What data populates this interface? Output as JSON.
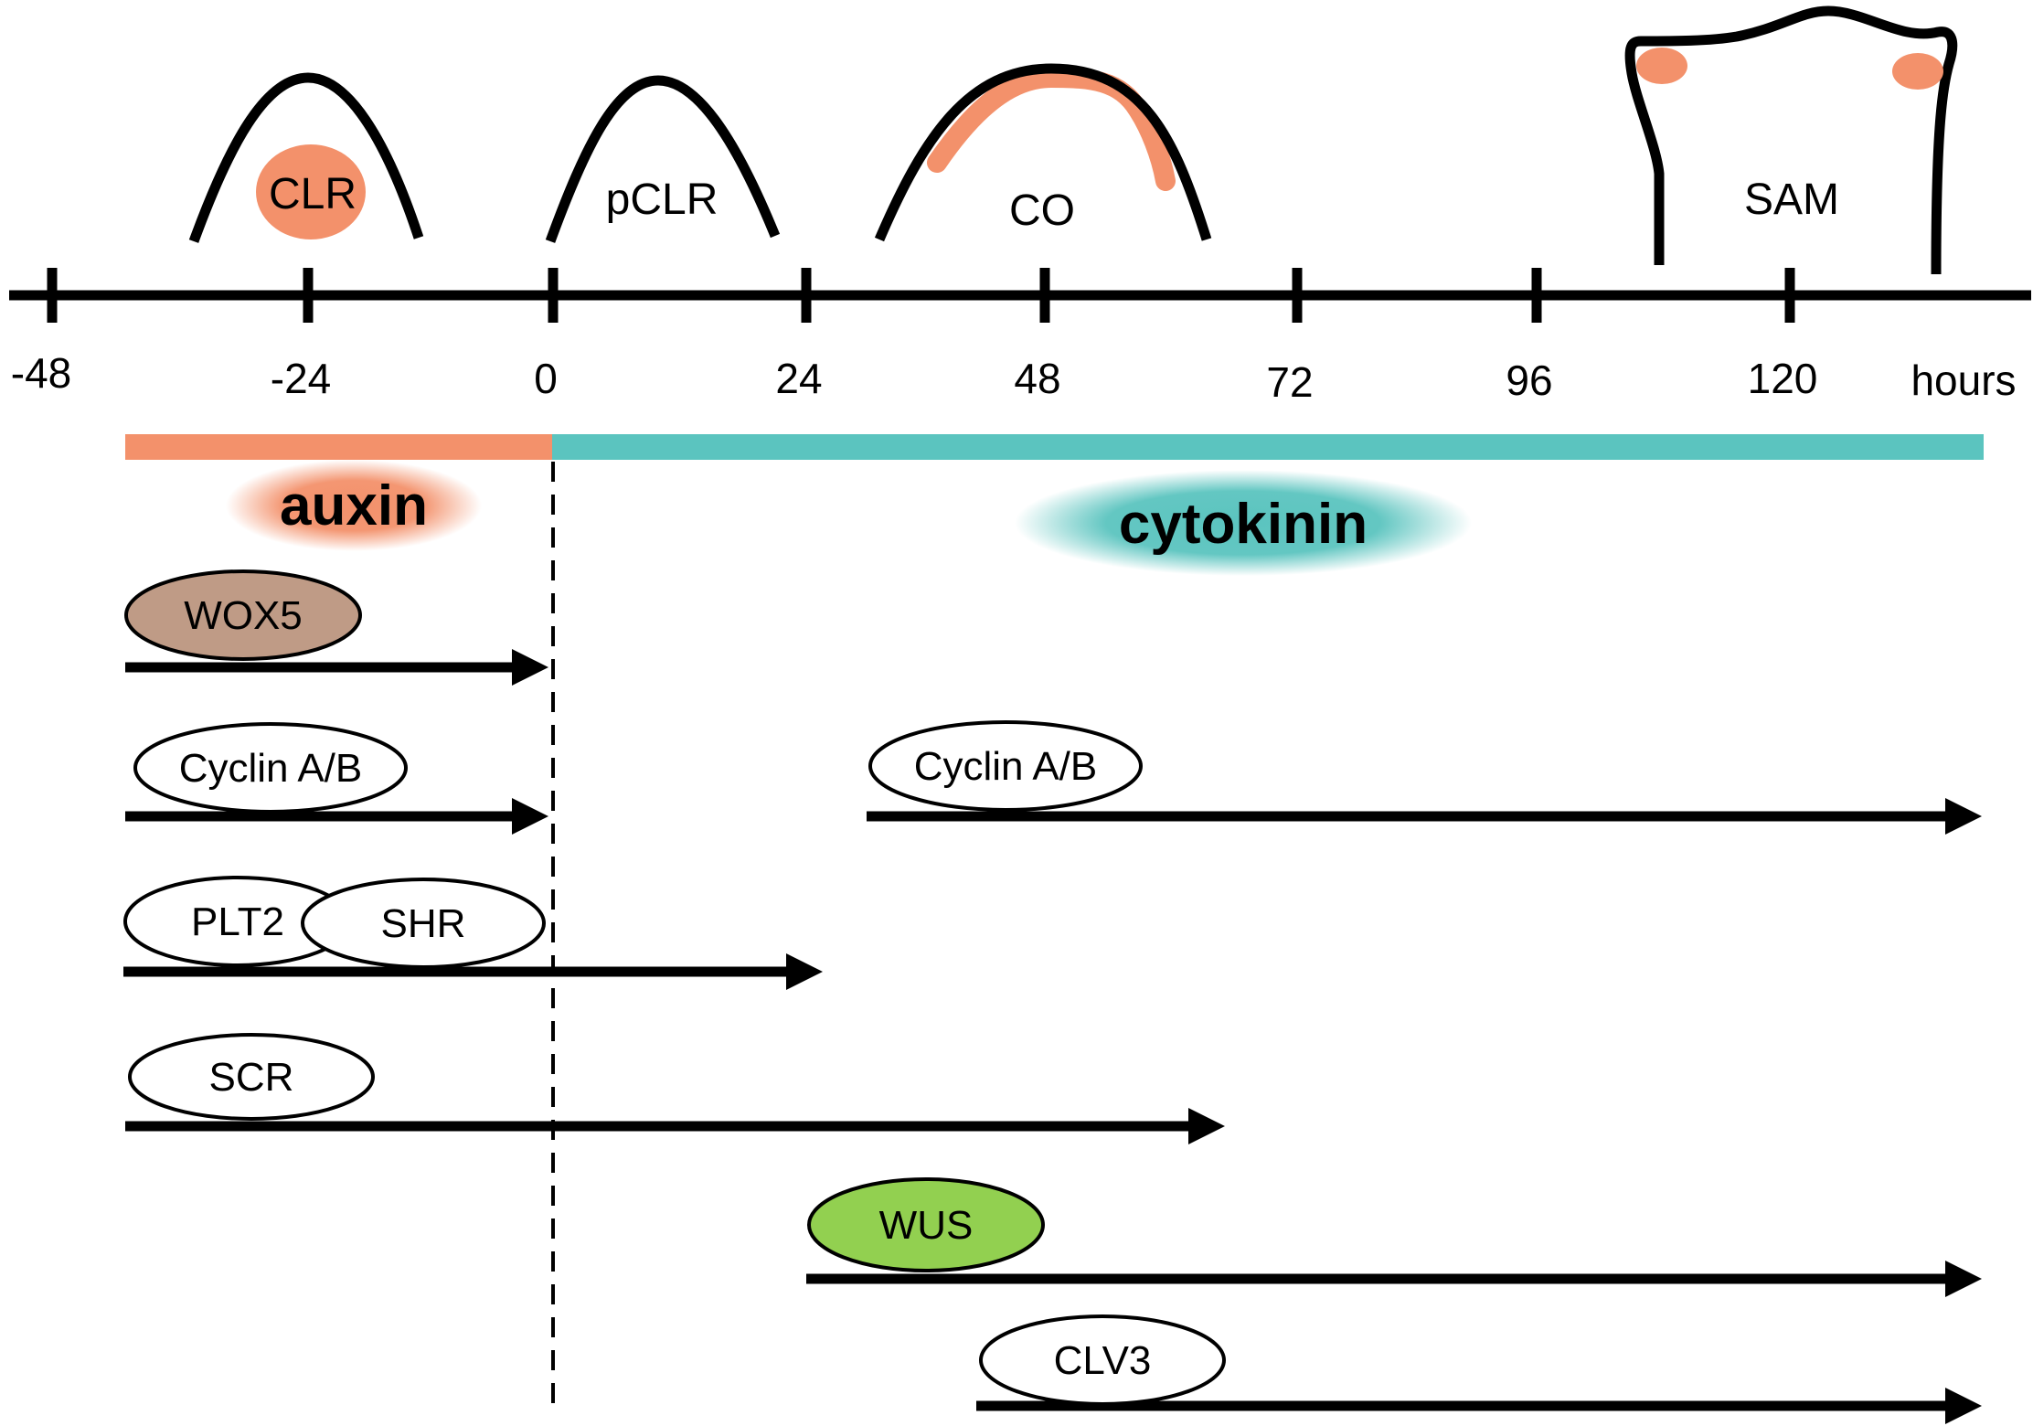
{
  "timeline": {
    "ticks": [
      "-48",
      "-24",
      "0",
      "24",
      "48",
      "72",
      "96",
      "120"
    ],
    "unit_label": "hours"
  },
  "structures": [
    {
      "label": "CLR"
    },
    {
      "label": "pCLR"
    },
    {
      "label": "CO"
    },
    {
      "label": "SAM"
    }
  ],
  "hormones": {
    "auxin": {
      "label": "auxin",
      "color": "#f3916b"
    },
    "cytokinin": {
      "label": "cytokinin",
      "color": "#5bc4bf"
    }
  },
  "genes": [
    {
      "label": "WOX5",
      "fill": "#bf9b86",
      "from_h": -40,
      "to_h": 0
    },
    {
      "label": "Cyclin A/B",
      "fill": "#ffffff",
      "from_h": -40,
      "to_h": 0
    },
    {
      "label": "Cyclin A/B",
      "fill": "#ffffff",
      "from_h": 30,
      "to_h": 135
    },
    {
      "label": "PLT2",
      "fill": "#ffffff",
      "from_h": -40,
      "to_h": 25
    },
    {
      "label": "SHR",
      "fill": "#ffffff",
      "from_h": -40,
      "to_h": 25
    },
    {
      "label": "SCR",
      "fill": "#ffffff",
      "from_h": -40,
      "to_h": 64
    },
    {
      "label": "WUS",
      "fill": "#92d050",
      "from_h": 24,
      "to_h": 135
    },
    {
      "label": "CLV3",
      "fill": "#ffffff",
      "from_h": 40,
      "to_h": 135
    }
  ],
  "colors": {
    "accent_orange": "#f3916b",
    "accent_teal": "#5bc4bf",
    "wox5_brown": "#bf9b86",
    "wus_green": "#92d050"
  }
}
